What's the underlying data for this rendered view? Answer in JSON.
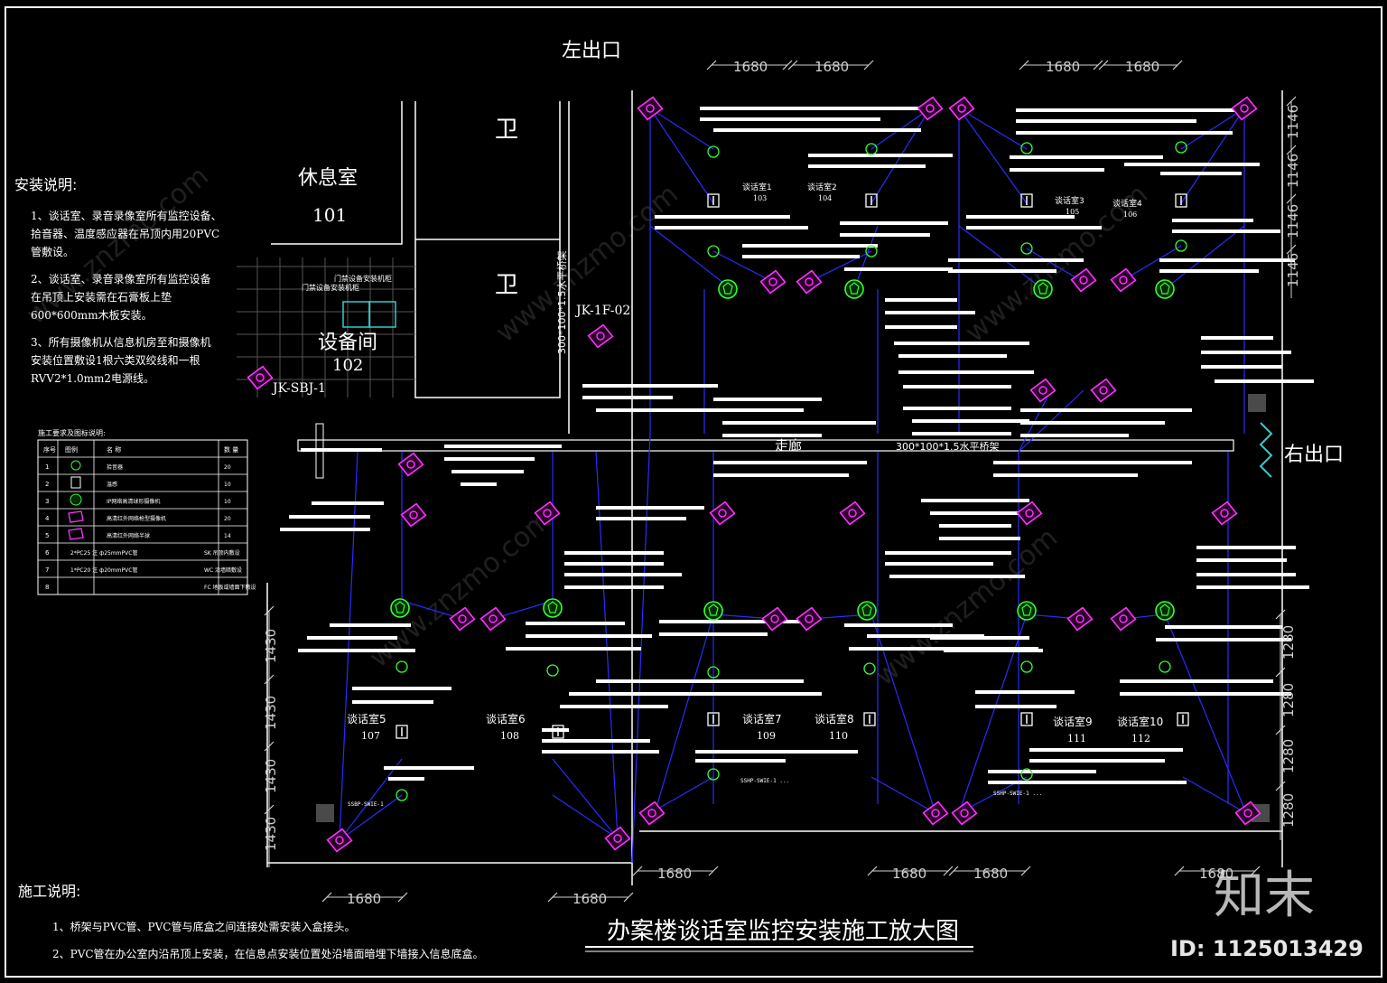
{
  "title": "办案楼谈话室监控安装施工放大图",
  "exits": {
    "left": "左出口",
    "right": "右出口"
  },
  "rooms": {
    "lounge": {
      "name": "休息室",
      "number": "101"
    },
    "wc_upper": "卫",
    "wc_lower": "卫",
    "equipment": {
      "name": "设备间",
      "number": "102"
    },
    "corridor": "走廊",
    "cable_tray_top": "300*100*1.5水平桥架",
    "cable_tray_corridor": "300*100*1.5水平桥架"
  },
  "talk_rooms": [
    {
      "name": "谈话室1",
      "number": "103"
    },
    {
      "name": "谈话室2",
      "number": "104"
    },
    {
      "name": "谈话室3",
      "number": "105"
    },
    {
      "name": "谈话室4",
      "number": "106"
    },
    {
      "name": "谈话室5",
      "number": "107"
    },
    {
      "name": "谈话室6",
      "number": "108"
    },
    {
      "name": "谈话室7",
      "number": "109"
    },
    {
      "name": "谈话室8",
      "number": "110"
    },
    {
      "name": "谈话室9",
      "number": "111"
    },
    {
      "name": "谈话室10",
      "number": "112"
    }
  ],
  "device_tags": {
    "jk_sbj": "JK-SBJ-1",
    "jk_1f": "JK-1F-02",
    "equip_note1": "门禁设备安装机柜",
    "equip_note2": "门禁设备安装机柜"
  },
  "install_notes": {
    "heading": "安装说明:",
    "items": [
      "1、谈话室、录音录像室所有监控设备、拾音器、温度感应器在吊顶内用20PVC管敷设。",
      "2、谈话室、录音录像室所有监控设备在吊顶上安装需在石膏板上垫600*600mm木板安装。",
      "3、所有摄像机从信息机房至和摄像机安装位置敷设1根六类双绞线和一根RVV2*1.0mm2电源线。"
    ]
  },
  "construction_notes": {
    "heading": "施工说明:",
    "items": [
      "1、桥架与PVC管、PVC管与底盒之间连接处需安装入盒接头。",
      "2、PVC管在办公室内沿吊顶上安装，在信息点安装位置处沿墙面暗埋下墙接入信息底盒。"
    ]
  },
  "legend": {
    "title": "施工要求及图标说明:",
    "headers": [
      "序号",
      "图例",
      "名 称",
      "数 量"
    ],
    "rows": [
      {
        "no": "1",
        "name": "拾音器",
        "qty": "20"
      },
      {
        "no": "2",
        "name": "温感",
        "qty": "10"
      },
      {
        "no": "3",
        "name": "IP网络高清球形摄像机",
        "qty": "10"
      },
      {
        "no": "4",
        "name": "高清红外网络枪型摄像机",
        "qty": "20"
      },
      {
        "no": "5",
        "name": "高清红外网络半球",
        "qty": "14"
      },
      {
        "no": "6",
        "name": "2*PC25  注 ф25mmPVC管",
        "qty": "SK 吊顶内敷设"
      },
      {
        "no": "7",
        "name": "1*PC20  注 ф20mmPVC管",
        "qty": "WC 沿墙暗敷设"
      },
      {
        "no": "8",
        "name": "",
        "qty": "FC 地板或墙面下敷设"
      }
    ]
  },
  "dimensions": {
    "top": [
      "1680",
      "1680",
      "1680",
      "1680"
    ],
    "bottom_upper": [
      "1680",
      "1680",
      "1680",
      "1680"
    ],
    "bottom_lower": [
      "1680",
      "1680"
    ],
    "left": [
      "1430",
      "1430",
      "1430",
      "1430"
    ],
    "right_top": [
      "1146",
      "1146",
      "1146",
      "1146"
    ],
    "right_bottom": [
      "1280",
      "1280",
      "1280",
      "1280"
    ]
  },
  "watermark": {
    "brand": "知末",
    "id": "ID: 1125013429",
    "site": "www.znzmo.com"
  },
  "colors": {
    "background": "#000000",
    "wire": "#2b2bff",
    "camera": "#ff33ff",
    "sensor": "#33ff33",
    "cyan": "#33cccc",
    "text": "#ffffff"
  }
}
